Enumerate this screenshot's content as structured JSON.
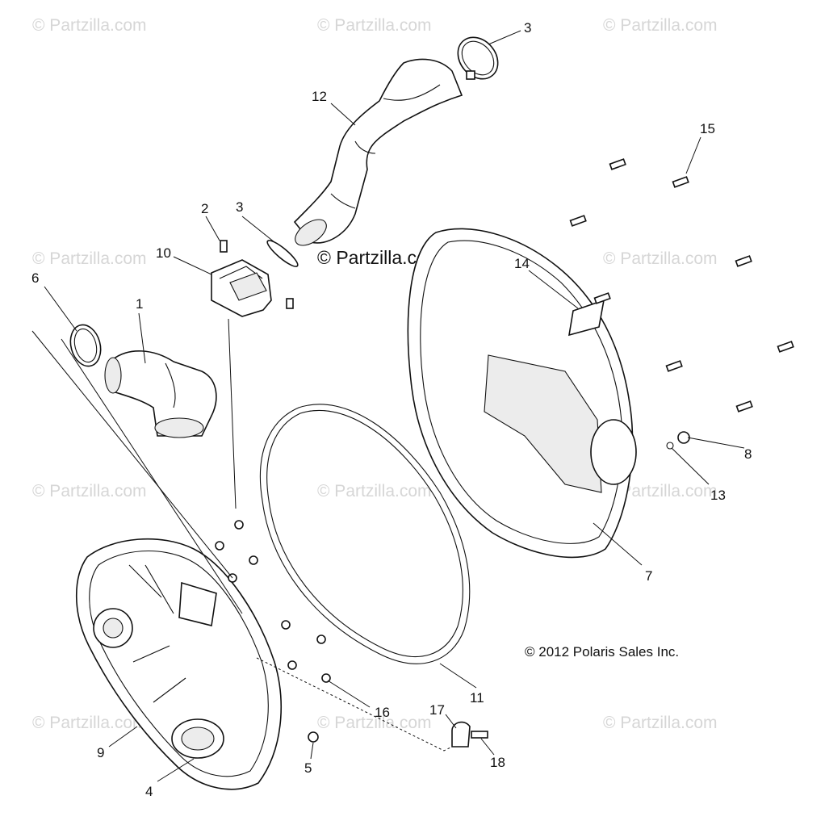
{
  "watermarks": {
    "small": "© Partzilla.com",
    "main": "© Partzilla.com"
  },
  "copyright": "© 2012 Polaris Sales Inc.",
  "callouts": {
    "c1": "1",
    "c2": "2",
    "c3a": "3",
    "c3b": "3",
    "c4": "4",
    "c5": "5",
    "c6": "6",
    "c7": "7",
    "c8": "8",
    "c9": "9",
    "c10": "10",
    "c11": "11",
    "c12": "12",
    "c13": "13",
    "c14": "14",
    "c15": "15",
    "c16": "16",
    "c17": "17",
    "c18": "18"
  }
}
